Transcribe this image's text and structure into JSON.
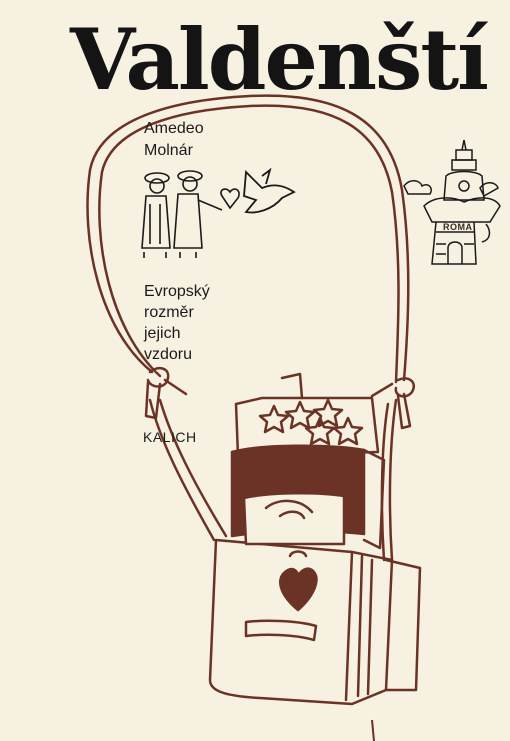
{
  "cover": {
    "title": "Valdenští",
    "author": {
      "first_name": "Amedeo",
      "last_name": "Molnár"
    },
    "subtitle_lines": [
      "Evropský",
      "rozměr",
      "jejich",
      "vzdoru"
    ],
    "publisher": "KALICH",
    "illustration_label": "ROMA"
  },
  "colors": {
    "background": "#f6f1e1",
    "ink": "#6b3226",
    "text": "#141414"
  }
}
